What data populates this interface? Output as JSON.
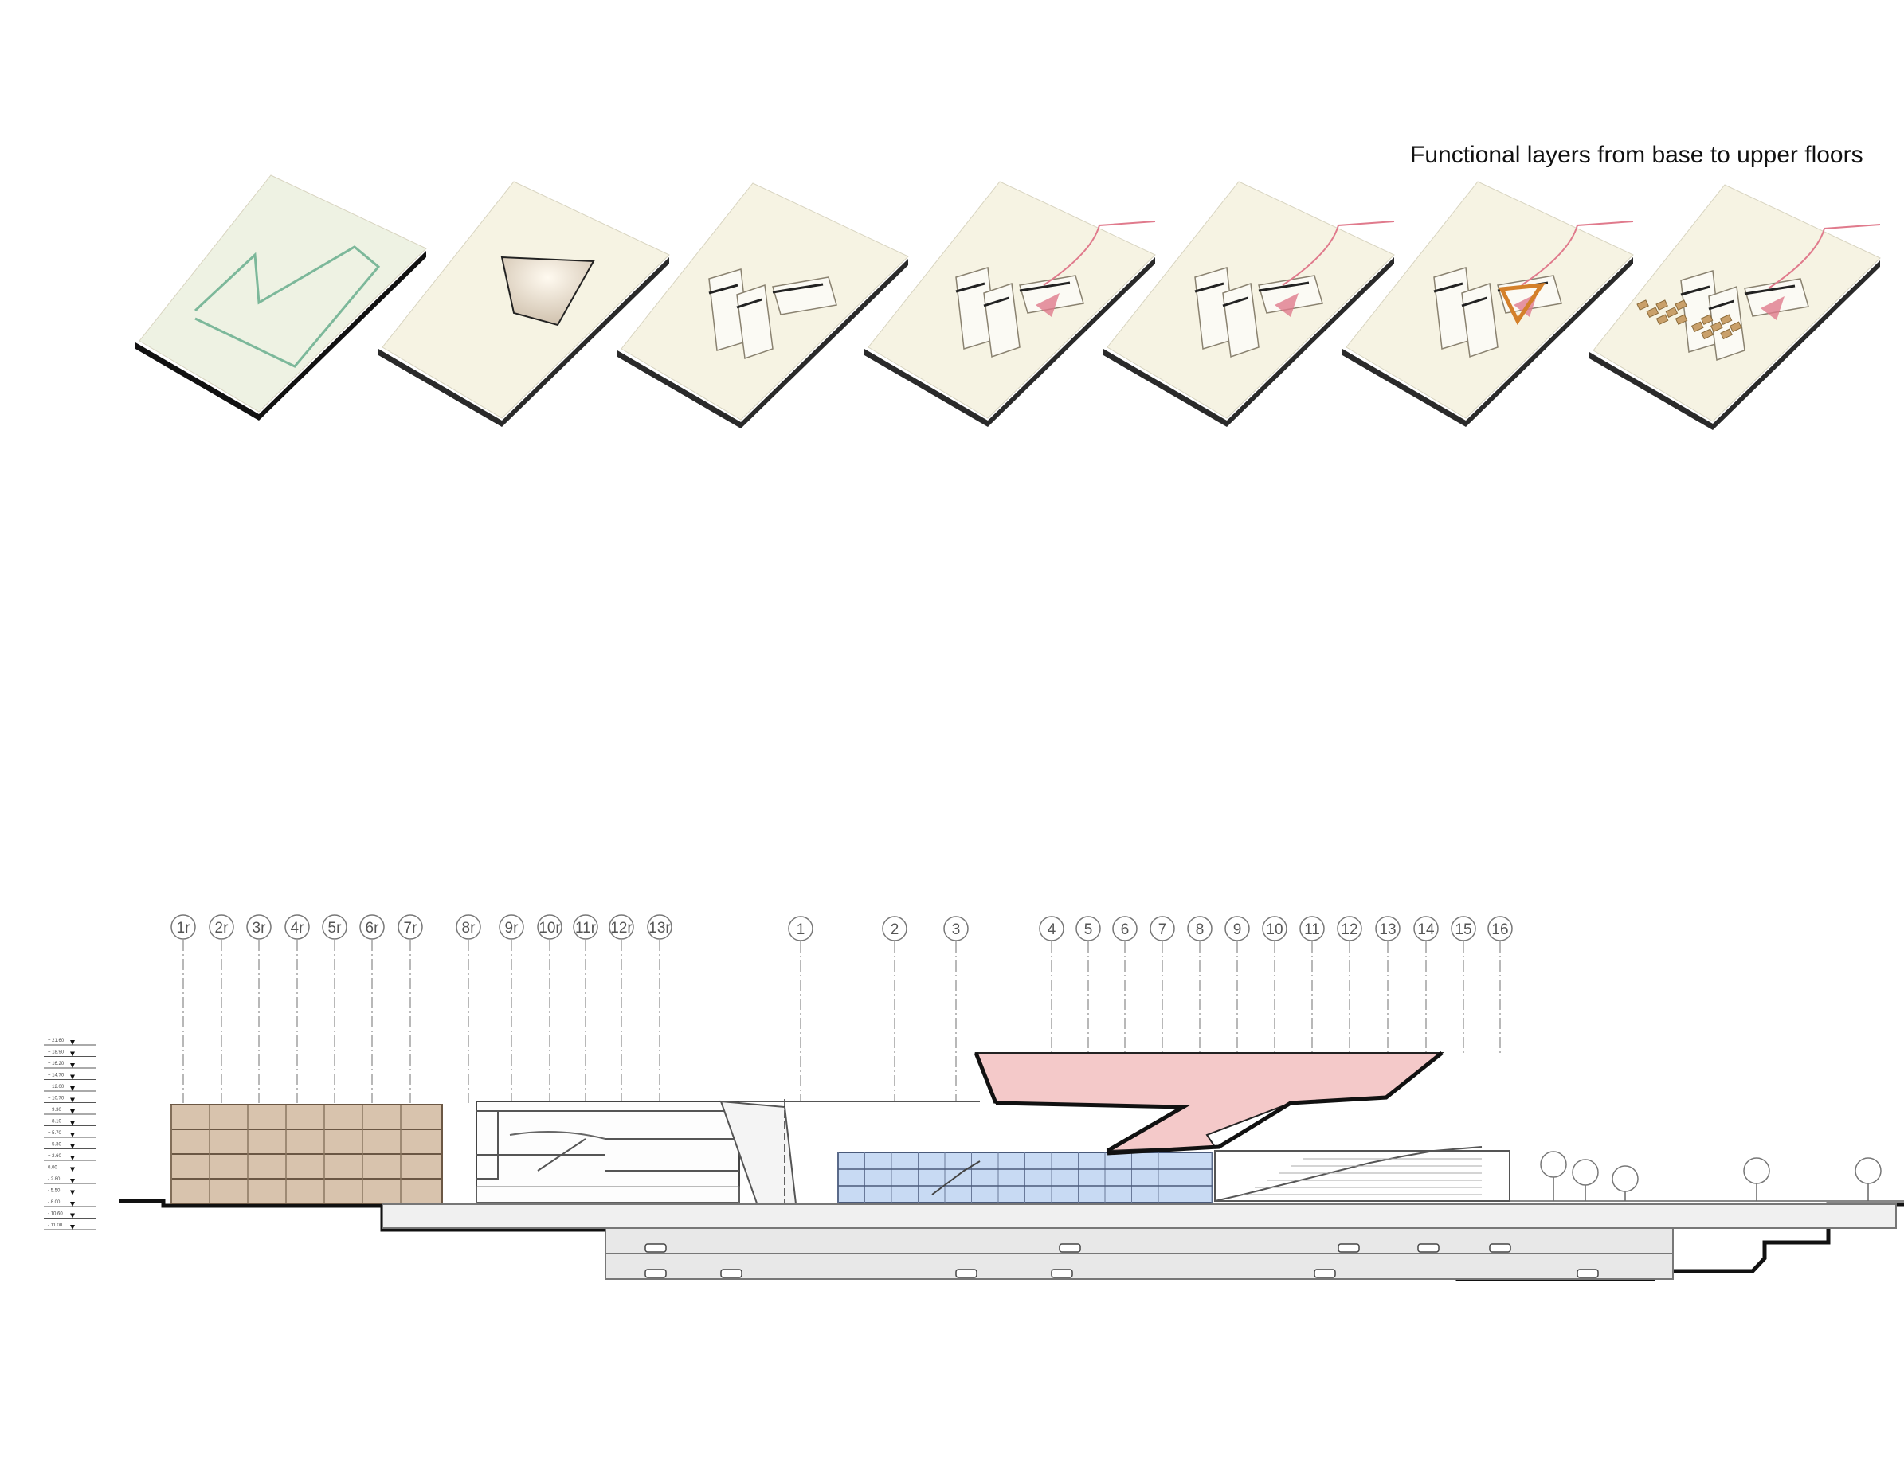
{
  "diagram_title": "Functional layers from base to upper floors",
  "axis_labels_residential": [
    "1r",
    "2r",
    "3r",
    "4r",
    "5r",
    "6r",
    "7r",
    "8r",
    "9r",
    "10r",
    "11r",
    "12r",
    "13r"
  ],
  "axis_labels_main": [
    "1",
    "2",
    "3",
    "4",
    "5",
    "6",
    "7",
    "8",
    "9",
    "10",
    "11",
    "12",
    "13",
    "14",
    "15",
    "16"
  ],
  "level_markers": [
    "+ 21.60",
    "+ 18.90",
    "+ 16.20",
    "+ 14.70",
    "+ 12.00",
    "+ 10.70",
    "+ 9.30",
    "+ 8.10",
    "+ 5.70",
    "+ 5.30",
    "+ 2.60",
    "0.00",
    "- 2.80",
    "- 5.50",
    "- 8.00",
    "- 10.60",
    "- 11.00"
  ],
  "colors": {
    "plate": "#f6f3e3",
    "plate_shadow": "#1a1a1a",
    "boundary_line": "#7cb89a",
    "residential_fill": "#d8c3ad",
    "glass_fill": "#c8daf3",
    "roof_fill": "#f4c9c9",
    "section_line": "#111111",
    "accent_pink": "#e07a8c",
    "accent_orange": "#d4802a",
    "wood_blocks": "#c9a06a"
  },
  "icons": {
    "grid_bubble": "circle-axis-marker-icon",
    "level_marker": "triangle-level-marker-icon"
  }
}
